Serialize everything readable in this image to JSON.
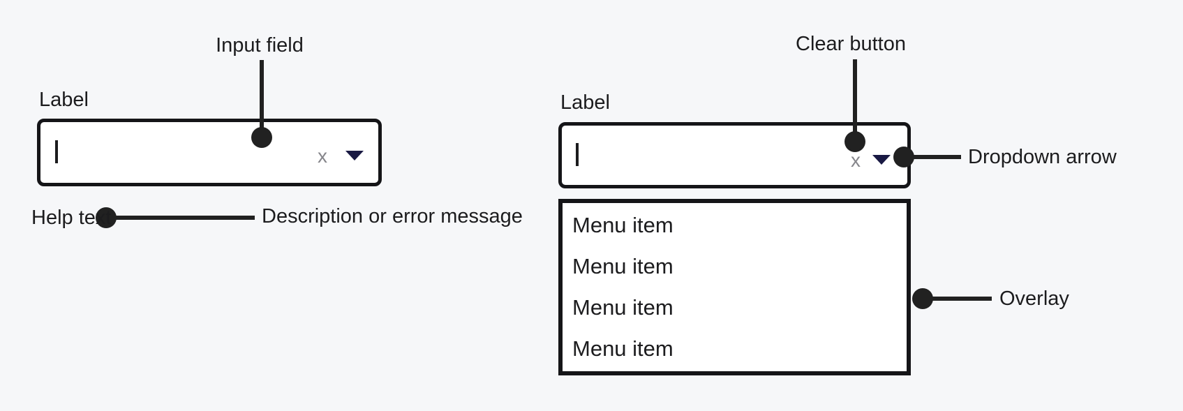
{
  "colors": {
    "bg": "#f6f7f9",
    "ink": "#1c1c1e",
    "ann": "#212121",
    "box_border": "#151518",
    "box_bg": "#ffffff",
    "clear": "#86868b",
    "arrow": "#191943"
  },
  "left": {
    "label": "Label",
    "input_value": "",
    "clear_glyph": "x",
    "help_text": "Help text",
    "annotations": {
      "input_field": "Input field",
      "help_description": "Description or error message"
    }
  },
  "right": {
    "label": "Label",
    "input_value": "",
    "clear_glyph": "x",
    "menu_items": [
      "Menu item",
      "Menu item",
      "Menu item",
      "Menu item"
    ],
    "annotations": {
      "clear_button": "Clear button",
      "dropdown_arrow": "Dropdown arrow",
      "overlay": "Overlay"
    }
  }
}
